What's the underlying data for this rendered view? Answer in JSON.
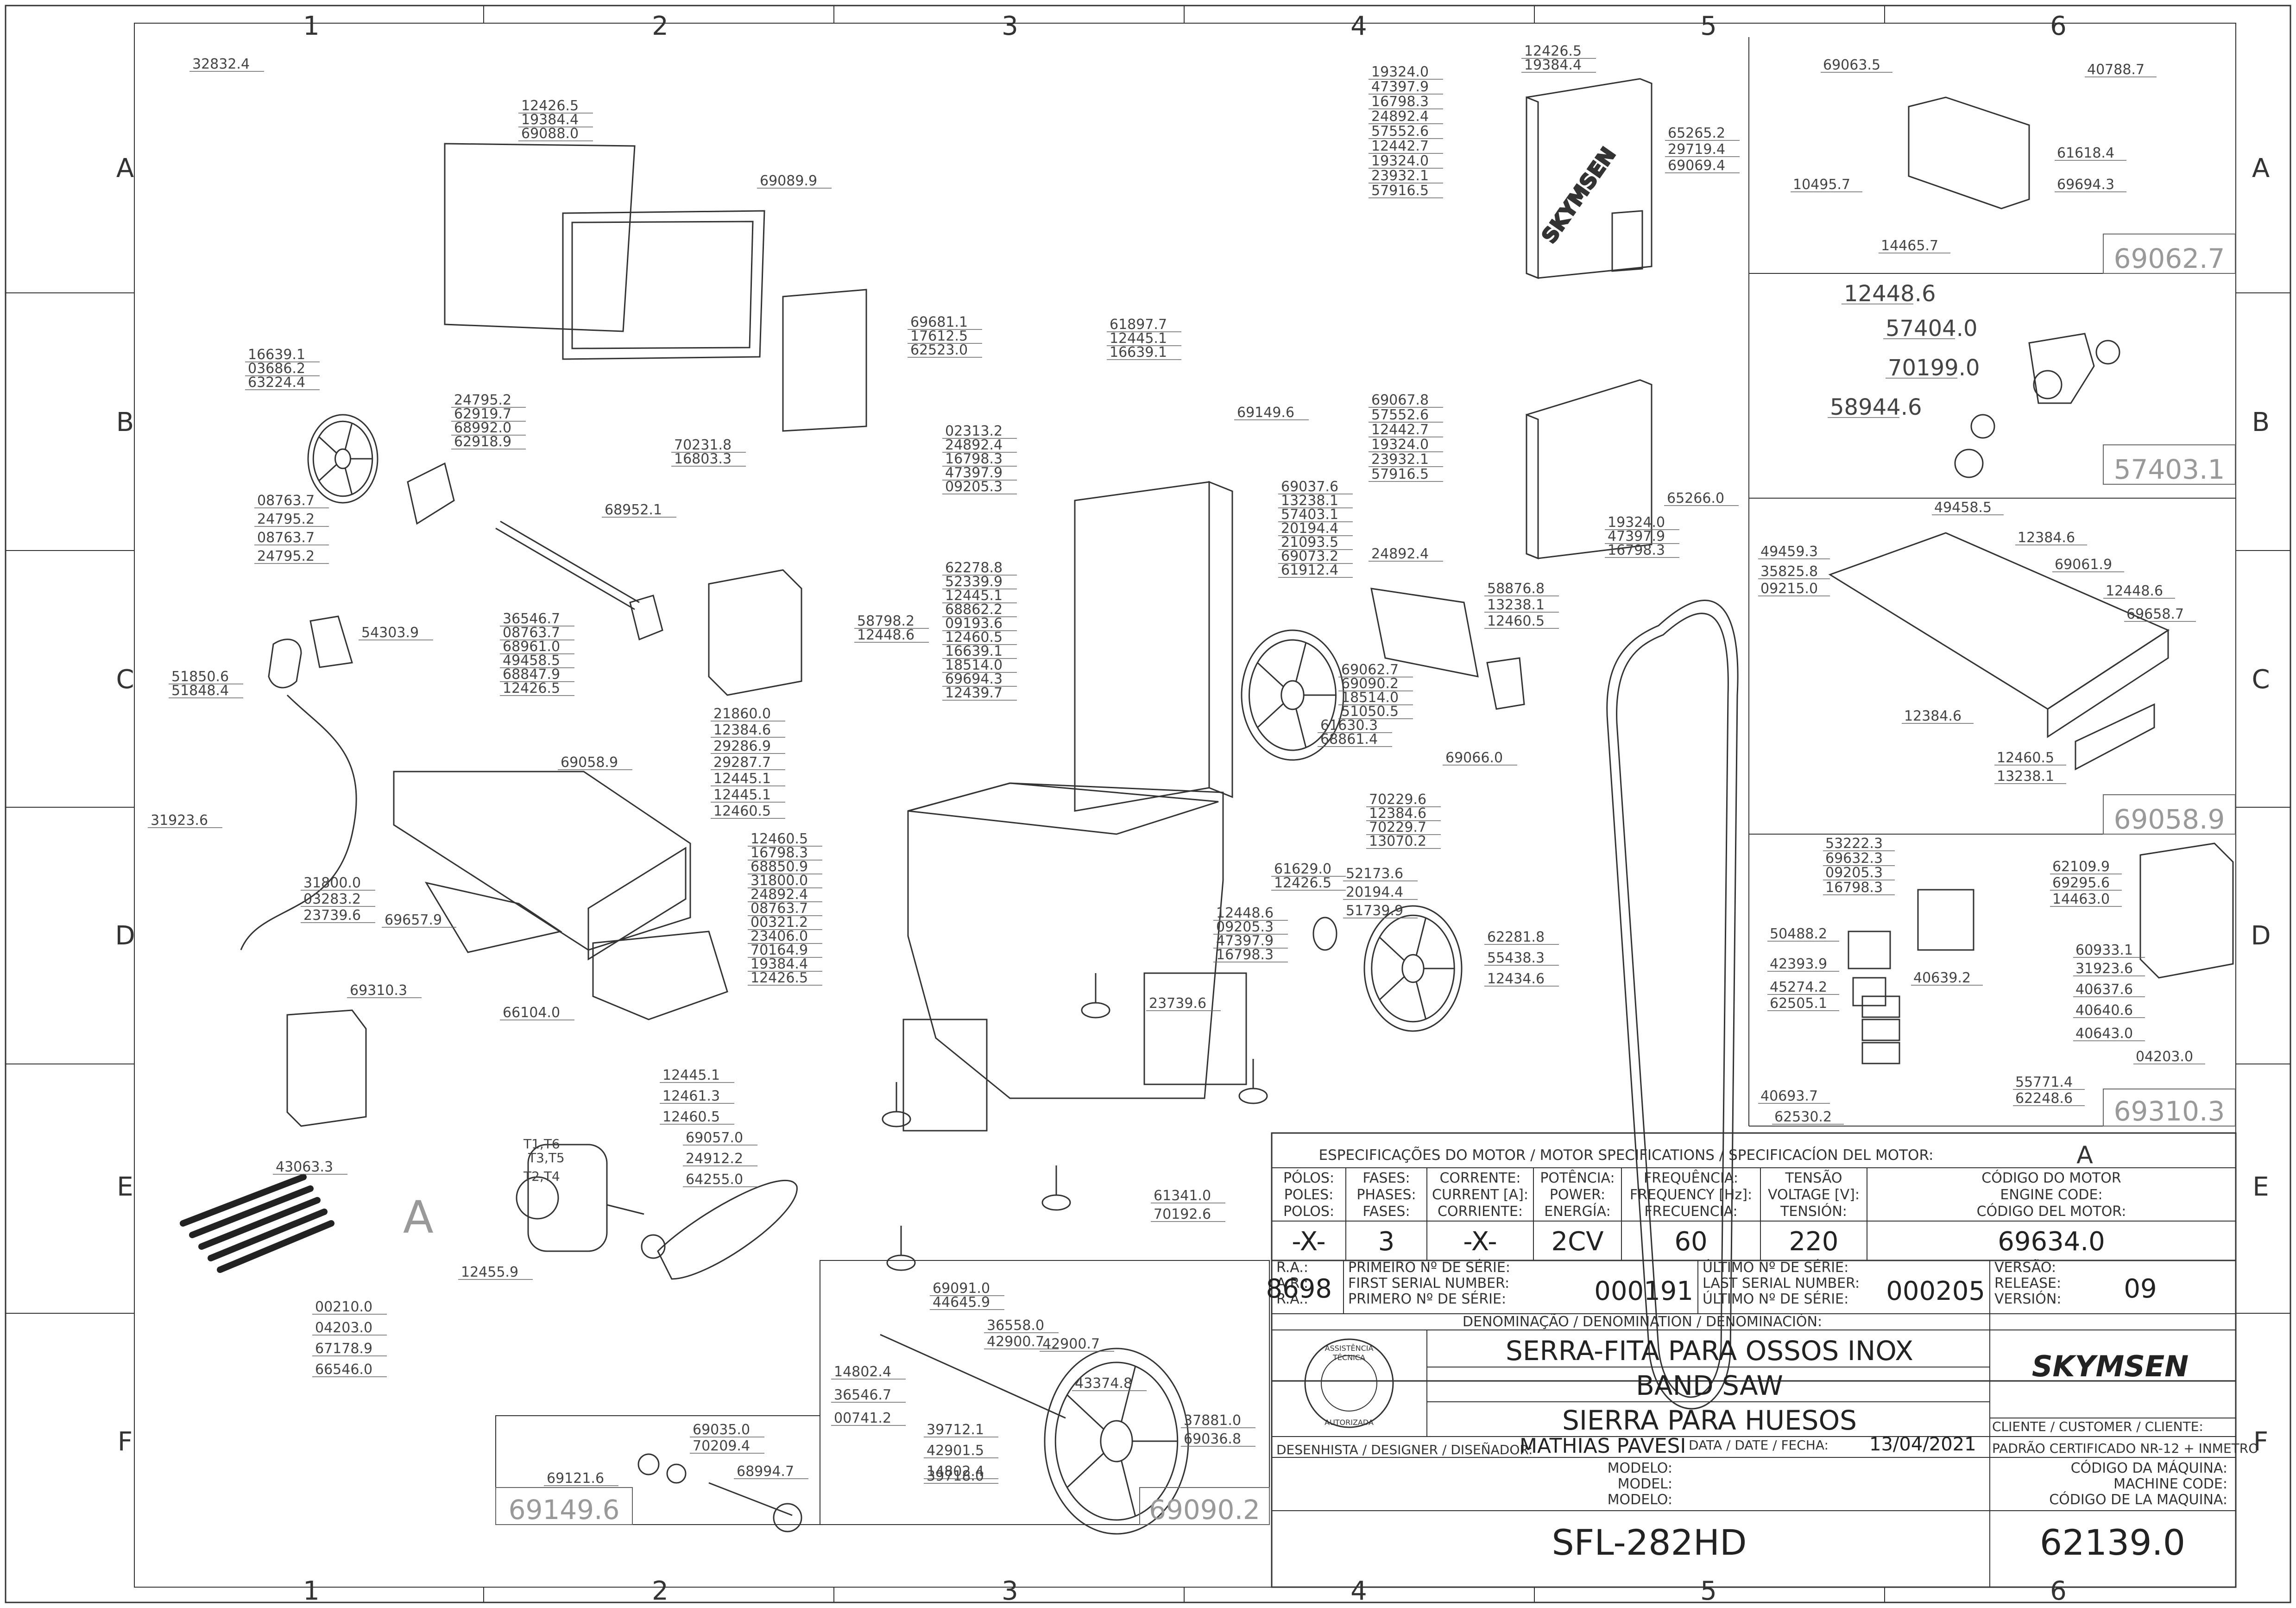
{
  "grid": {
    "columns": [
      "1",
      "2",
      "3",
      "4",
      "5",
      "6"
    ],
    "rows": [
      "A",
      "B",
      "C",
      "D",
      "E",
      "F"
    ]
  },
  "part_callouts": [
    "32832.4",
    "12426.5",
    "19384.4",
    "69088.0",
    "69089.9",
    "16639.1",
    "03686.2",
    "63224.4",
    "24795.2",
    "62919.7",
    "68992.0",
    "62918.9",
    "08763.7",
    "24795.2",
    "08763.7",
    "24795.2",
    "68952.1",
    "54303.9",
    "51850.6",
    "51848.4",
    "36546.7",
    "08763.7",
    "68961.0",
    "49458.5",
    "68847.9",
    "12426.5",
    "69058.9",
    "31923.6",
    "31800.0",
    "03283.2",
    "23739.6",
    "69657.9",
    "69310.3",
    "66104.0",
    "43063.3",
    "12445.1",
    "12461.3",
    "12460.5",
    "69057.0",
    "24912.2",
    "64255.0",
    "12455.9",
    "00210.0",
    "04203.0",
    "67178.9",
    "66546.0",
    "69681.1",
    "17612.5",
    "62523.0",
    "70231.8",
    "16803.3",
    "58798.2",
    "12448.6",
    "21860.0",
    "12384.6",
    "29286.9",
    "29287.7",
    "12445.1",
    "12445.1",
    "12460.5",
    "61897.7",
    "12445.1",
    "16639.1",
    "69149.6",
    "02313.2",
    "24892.4",
    "16798.3",
    "47397.9",
    "09205.3",
    "62278.8",
    "52339.9",
    "12445.1",
    "68862.2",
    "09193.6",
    "12460.5",
    "16639.1",
    "18514.0",
    "69694.3",
    "12439.7",
    "69037.6",
    "13238.1",
    "57403.1",
    "20194.4",
    "21093.5",
    "69073.2",
    "61912.4",
    "69062.7",
    "69090.2",
    "18514.0",
    "51050.5",
    "61630.3",
    "68861.4",
    "12460.5",
    "16798.3",
    "68850.9",
    "31800.0",
    "24892.4",
    "08763.7",
    "00321.2",
    "23406.0",
    "70164.9",
    "19384.4",
    "12426.5",
    "23739.6",
    "61341.0",
    "70192.6",
    "12448.6",
    "09205.3",
    "47397.9",
    "16798.3",
    "61629.0",
    "12426.5",
    "52173.6",
    "20194.4",
    "51739.9",
    "70229.6",
    "12384.6",
    "70229.7",
    "13070.2",
    "62281.8",
    "55438.3",
    "12434.6",
    "69066.0",
    "58876.8",
    "13238.1",
    "12460.5",
    "19324.0",
    "47397.9",
    "16798.3",
    "24892.4",
    "57552.6",
    "12442.7",
    "19324.0",
    "23932.1",
    "57916.5",
    "12426.5",
    "19384.4",
    "65265.2",
    "29719.4",
    "69069.4",
    "69067.8",
    "57552.6",
    "12442.7",
    "19324.0",
    "23932.1",
    "57916.5",
    "65266.0",
    "24892.4",
    "19324.0",
    "47397.9",
    "16798.3",
    "69091.0",
    "44645.9",
    "36558.0",
    "42900.7",
    "14802.4",
    "36546.7",
    "00741.2",
    "42900.7",
    "39712.1",
    "42901.5",
    "14802.4",
    "43374.8",
    "39718.0",
    "37881.0",
    "69036.8",
    "69035.0",
    "70209.4",
    "68994.7",
    "69121.6"
  ],
  "motor_label_letter": "A",
  "motor_wires": [
    "T1,T6",
    "T3,T5",
    "T2,T4"
  ],
  "detail_views": {
    "d1": {
      "id": "69062.7",
      "callouts": [
        "69063.5",
        "40788.7",
        "10495.7",
        "61618.4",
        "69694.3",
        "14465.7"
      ]
    },
    "d2": {
      "id": "57403.1",
      "callouts": [
        "12448.6",
        "57404.0",
        "70199.0",
        "58944.6"
      ]
    },
    "d3": {
      "id": "69058.9",
      "callouts": [
        "49458.5",
        "49459.3",
        "35825.8",
        "09215.0",
        "12384.6",
        "69061.9",
        "12448.6",
        "69658.7",
        "12384.6",
        "12460.5",
        "13238.1"
      ]
    },
    "d4": {
      "id": "69310.3",
      "callouts": [
        "53222.3",
        "69632.3",
        "09205.3",
        "16798.3",
        "62109.9",
        "69295.6",
        "14463.0",
        "50488.2",
        "42393.9",
        "45274.2",
        "40639.2",
        "62505.1",
        "60933.1",
        "31923.6",
        "40637.6",
        "40640.6",
        "40643.0",
        "04203.0",
        "40693.7",
        "62530.2",
        "55771.4",
        "62248.6"
      ]
    },
    "d5": {
      "id": "69090.2"
    },
    "d6": {
      "id": "69149.6"
    }
  },
  "motor_spec": {
    "header": "ESPECIFICAÇÕES DO MOTOR / MOTOR SPECIFICATIONS / SPECIFICACÍON DEL MOTOR:",
    "letter": "A",
    "columns": [
      {
        "label": "PÓLOS:\nPOLES:\nPOLOS:",
        "value": "-X-"
      },
      {
        "label": "FASES:\nPHASES:\nFASES:",
        "value": "3"
      },
      {
        "label": "CORRENTE:\nCURRENT [A]:\nCORRIENTE:",
        "value": "-X-"
      },
      {
        "label": "POTÊNCIA:\nPOWER:\nENERGÍA:",
        "value": "2CV"
      },
      {
        "label": "FREQUÊNCIA:\nFREQUENCY [Hz]:\nFRECUENCIA:",
        "value": "60"
      },
      {
        "label": "TENSÃO\nVOLTAGE [V]:\nTENSIÓN:",
        "value": "220"
      },
      {
        "label": "CÓDIGO DO MOTOR\nENGINE CODE:\nCÓDIGO DEL MOTOR:",
        "value": "69634.0"
      }
    ]
  },
  "title_block": {
    "ra_label": "R.A.:\nA.R.:\nR.A.:",
    "ra_value": "8698",
    "first_serial_label": "PRIMEIRO Nº DE SÉRIE:\nFIRST SERIAL NUMBER:\nPRIMERO Nº DE SÉRIE:",
    "first_serial": "000191",
    "last_serial_label": "ÚLTIMO Nº DE SÉRIE:\nLAST SERIAL NUMBER:\nÚLTIMO Nº DE SÉRIE:",
    "last_serial": "000205",
    "version_label": "VERSÃO:\nRELEASE:\nVERSIÓN:",
    "version": "09",
    "denomination_label": "DENOMINAÇÃO / DENOMINATION / DENOMINACIÓN:",
    "names": [
      "SERRA-FITA PARA OSSOS INOX",
      "BAND SAW",
      "SIERRA PARA HUESOS"
    ],
    "stamp_text": [
      "ASSISTÊNCIA",
      "TÉCNICA",
      "AUTORIZADA"
    ],
    "brand": "SKYMSEN",
    "designer_label": "DESENHISTA / DESIGNER / DISEÑADOR:",
    "designer": "MATHIAS PAVESI",
    "date_label": "DATA / DATE / FECHA:",
    "date": "13/04/2021",
    "customer_label": "CLIENTE / CUSTOMER / CLIENTE:",
    "customer_value": "PADRÃO CERTIFICADO NR-12 + INMETRO",
    "model_label": "MODELO:\nMODEL:\nMODELO:",
    "model": "SFL-282HD",
    "machine_code_label": "CÓDIGO DA MÁQUINA:\nMACHINE CODE:\nCÓDIGO DE LA MAQUINA:",
    "machine_code": "62139.0"
  }
}
